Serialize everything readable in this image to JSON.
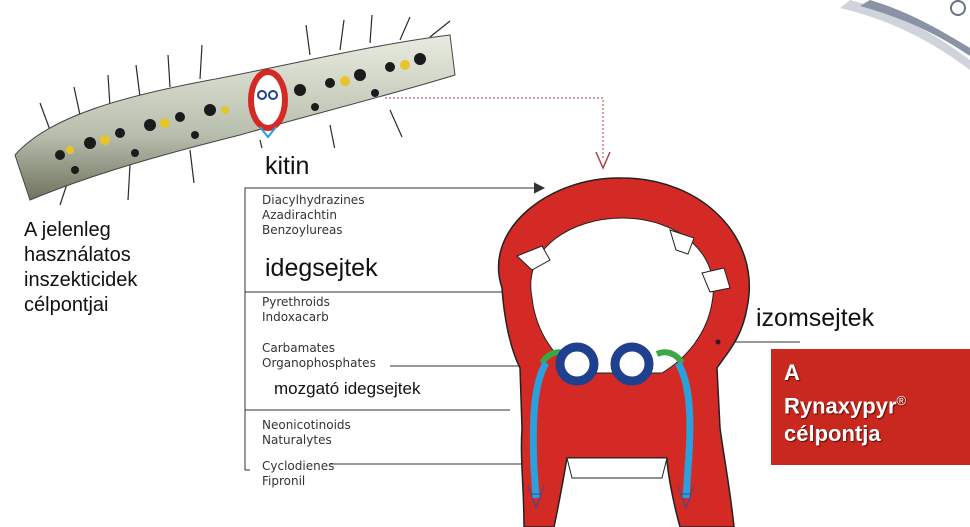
{
  "title_fragment": "",
  "labels": {
    "kitin": "kitin",
    "idegsejtek": "idegsejtek",
    "izomsejtek": "izomsejtek",
    "mozgato_idegsejtek": "mozgató idegsejtek",
    "insecticide_targets": [
      "A jelenleg",
      "használatos",
      "inszekticidek",
      "célpontjai"
    ]
  },
  "insecticide_classes": {
    "chitin_group": [
      "Diacylhydrazines",
      "Azadirachtin",
      "Benzoylureas"
    ],
    "nerve_group": [
      "Pyrethroids",
      "Indoxacarb"
    ],
    "motor_group": [
      "Carbamates",
      "Organophosphates"
    ],
    "lower_group": [
      "Neonicotinoids",
      "Naturalytes"
    ],
    "cyclodiene_group": [
      "Cyclodienes",
      "Fipronil"
    ]
  },
  "rynaxypyr_target": {
    "line1": "A",
    "line2": "Rynaxypyr",
    "registered_mark": "®",
    "line3": "célpontja"
  },
  "colors": {
    "muscle_red": "#d42a26",
    "nerve_blue": "#1f3f8f",
    "motor_nerve_light_blue": "#2aa0dc",
    "junction_green": "#3aa845",
    "target_box_red": "#c8281e"
  }
}
